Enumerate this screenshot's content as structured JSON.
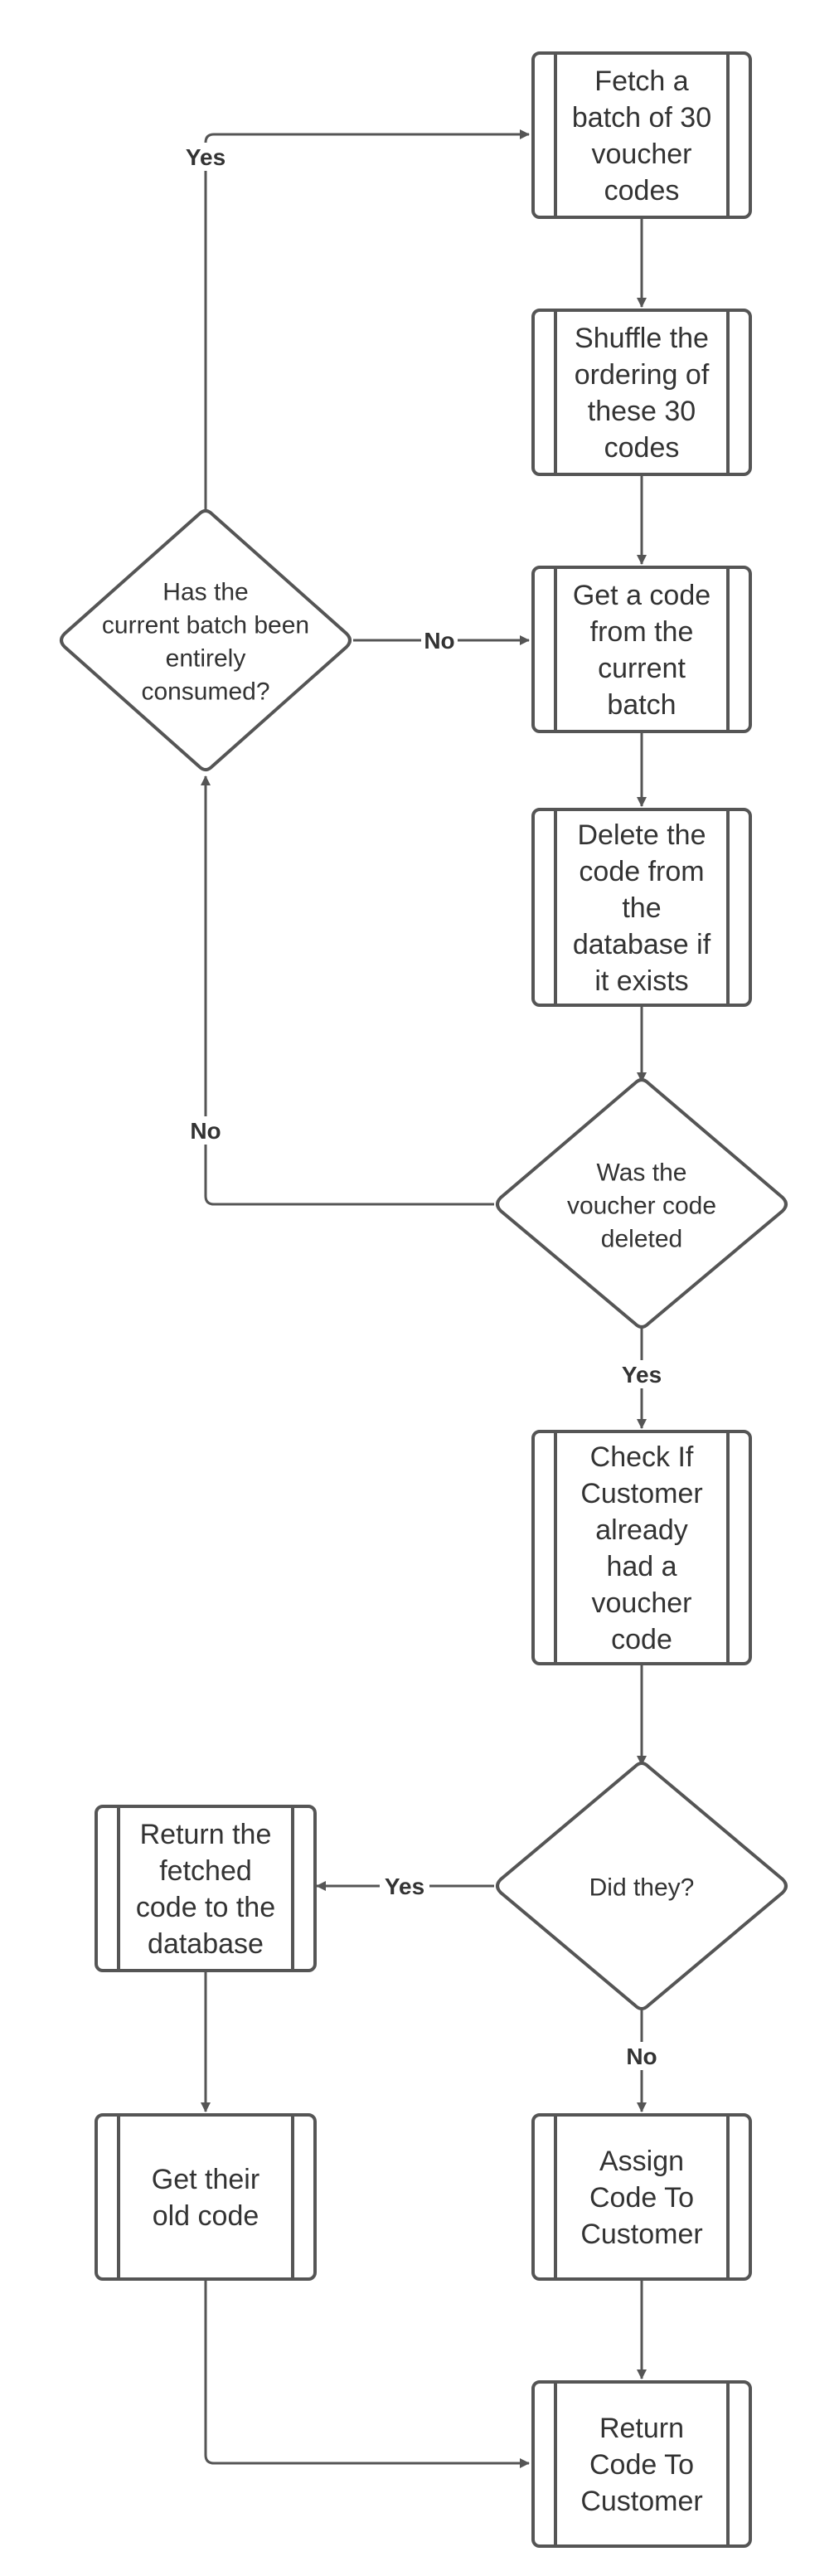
{
  "nodes": {
    "fetch_batch": [
      "Fetch a",
      "batch of 30",
      "voucher",
      "codes"
    ],
    "shuffle": [
      "Shuffle the",
      "ordering of",
      "these 30",
      "codes"
    ],
    "get_code": [
      "Get a code",
      "from the",
      "current",
      "batch"
    ],
    "delete_code": [
      "Delete the",
      "code from",
      "the",
      "database if",
      "it exists"
    ],
    "batch_consumed": [
      "Has the",
      "current batch been",
      "entirely",
      "consumed?"
    ],
    "was_deleted": [
      "Was the",
      "voucher code",
      "deleted"
    ],
    "check_customer": [
      "Check If",
      "Customer",
      "already",
      "had a",
      "voucher",
      "code"
    ],
    "did_they": [
      "Did they?"
    ],
    "return_fetched": [
      "Return the",
      "fetched",
      "code to the",
      "database"
    ],
    "get_old": [
      "Get their",
      "old code"
    ],
    "assign_code": [
      "Assign",
      "Code To",
      "Customer"
    ],
    "return_code": [
      "Return",
      "Code To",
      "Customer"
    ]
  },
  "edge_labels": {
    "consumed_yes": "Yes",
    "consumed_no": "No",
    "deleted_no": "No",
    "deleted_yes": "Yes",
    "did_they_yes": "Yes",
    "did_they_no": "No"
  },
  "colors": {
    "stroke": "#555555",
    "text": "#333333",
    "background": "#ffffff"
  }
}
